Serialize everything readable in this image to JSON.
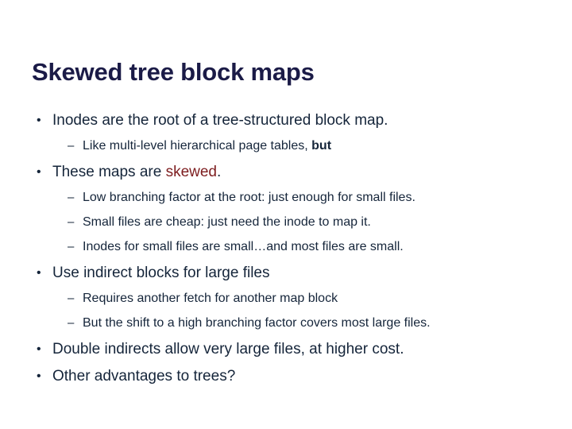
{
  "slide": {
    "title": "Skewed tree block maps",
    "colors": {
      "background": "#ffffff",
      "title": "#1b1b47",
      "body_text": "#15253a",
      "accent": "#7d1d1f"
    },
    "bullet_markers": {
      "level1": "•",
      "level2": "–"
    },
    "lines": [
      {
        "level": 1,
        "marker": "•",
        "text": "Inodes are the root of a tree-structured block map."
      },
      {
        "level": 2,
        "marker": "–",
        "text_before": "Like multi-level hierarchical page tables, ",
        "text_bold": "but",
        "text_after": ""
      },
      {
        "level": 1,
        "marker": "•",
        "text_before": "These maps are ",
        "text_accent": "skewed",
        "text_after": "."
      },
      {
        "level": 2,
        "marker": "–",
        "text": "Low branching factor at the root: just enough for small files."
      },
      {
        "level": 2,
        "marker": "–",
        "text": "Small files are cheap: just need the inode to map it."
      },
      {
        "level": 2,
        "marker": "–",
        "text": "Inodes for small files are small…and most files are small."
      },
      {
        "level": 1,
        "marker": "•",
        "text": "Use indirect blocks for large files"
      },
      {
        "level": 2,
        "marker": "–",
        "text": "Requires another fetch for another map block"
      },
      {
        "level": 2,
        "marker": "–",
        "text": "But the shift to a high branching factor covers most large files."
      },
      {
        "level": 1,
        "marker": "•",
        "text": "Double indirects allow very large files, at higher cost."
      },
      {
        "level": 1,
        "marker": "•",
        "text": "Other advantages to trees?"
      }
    ]
  }
}
